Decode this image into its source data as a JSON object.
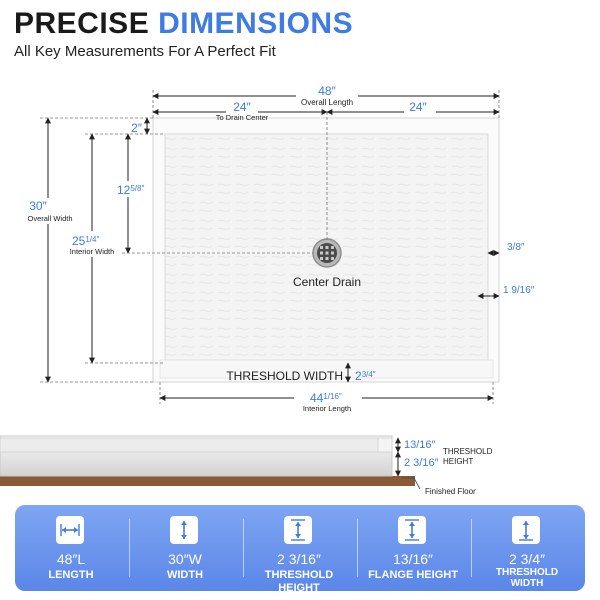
{
  "header": {
    "title_dark": "PRECISE",
    "title_blue": "DIMENSIONS",
    "subtitle": "All Key Measurements For A Perfect Fit"
  },
  "top_view": {
    "overall_length": {
      "value": "48″",
      "label": "Overall Length"
    },
    "left_half": {
      "value": "24″",
      "label": "To Drain Center"
    },
    "right_half": {
      "value": "24″"
    },
    "top_flange": {
      "value": "2″"
    },
    "overall_width": {
      "value": "30″",
      "label": "Overall Width"
    },
    "interior_width": {
      "value_main": "25",
      "value_frac": "1/4″",
      "label": "Interior Width"
    },
    "drain_offset": {
      "value_main": "12",
      "value_frac": "5/8″"
    },
    "side_flange": {
      "value": "3/8″"
    },
    "side_wall": {
      "value": "1 9/16″"
    },
    "center_drain": "Center Drain",
    "threshold_width": {
      "label": "THRESHOLD WIDTH",
      "value_main": "2",
      "value_frac": "3/4″"
    },
    "interior_length": {
      "value_main": "44",
      "value_frac": "1/16″",
      "label": "Interior Length"
    }
  },
  "side_view": {
    "flange_height": "13/16″",
    "threshold_height": "2 3/16″",
    "threshold_label_1": "THRESHOLD",
    "threshold_label_2": "HEIGHT",
    "finished_floor": "Finished Floor"
  },
  "specs": [
    {
      "icon": "length-icon",
      "value": "48″L",
      "label": "LENGTH"
    },
    {
      "icon": "width-icon",
      "value": "30″W",
      "label": "WIDTH"
    },
    {
      "icon": "height-icon",
      "value": "2 3/16″",
      "label": "THRESHOLD HEIGHT"
    },
    {
      "icon": "flange-height-icon",
      "value": "13/16″",
      "label": "FLANGE HEIGHT"
    },
    {
      "icon": "threshold-width-icon",
      "value": "2 3/4″",
      "label_1": "THRESHOLD",
      "label_2": "WIDTH"
    }
  ],
  "colors": {
    "accent": "#3f7be0",
    "dark_text": "#1a1a1a",
    "spec_bar": "#6b93ec",
    "floor": "#8a5a36"
  }
}
